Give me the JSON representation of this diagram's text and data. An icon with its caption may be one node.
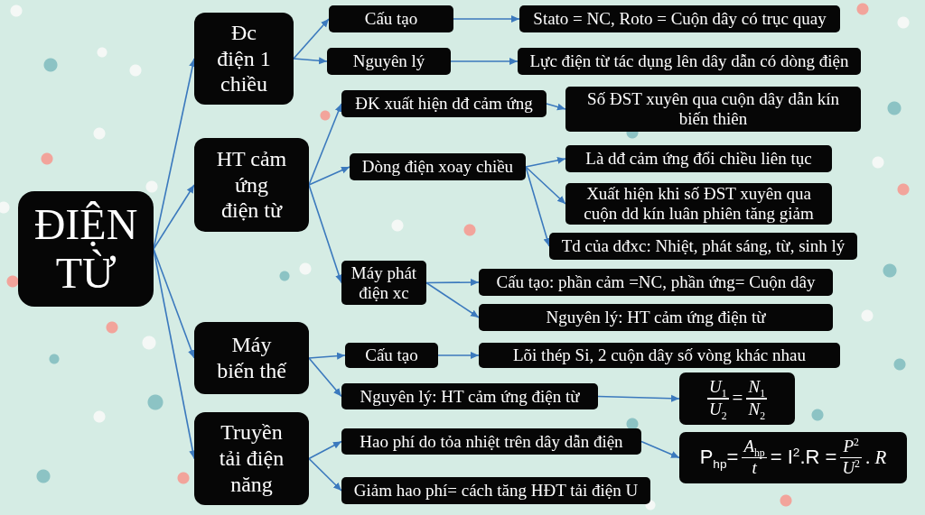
{
  "diagram": {
    "nodes": [
      {
        "text": [
          "ĐIỆN TỪ"
        ]
      },
      {
        "text": [
          "Đc điện 1 chiều"
        ]
      },
      {
        "text": [
          "Cấu tạo"
        ]
      },
      {
        "text": [
          "Stato = NC, Roto = Cuộn dây có trục quay"
        ]
      },
      {
        "text": [
          "Nguyên lý"
        ]
      },
      {
        "text": [
          "Lực điện từ tác dụng lên dây dẫn có dòng điện"
        ]
      },
      {
        "text": [
          "HT cảm ứng điện từ"
        ]
      },
      {
        "text": [
          "ĐK xuất hiện dđ cảm ứng"
        ]
      },
      {
        "text": [
          "Số ĐST xuyên qua cuộn dây dẫn kín biến thiên"
        ]
      },
      {
        "text": [
          "Dòng điện xoay chiều"
        ]
      },
      {
        "text": [
          "Là dđ cảm ứng đổi chiều liên tục"
        ]
      },
      {
        "text": [
          "Xuất hiện khi số ĐST xuyên qua cuộn dd kín luân phiên tăng giảm"
        ]
      },
      {
        "text": [
          "Td của dđxc: Nhiệt, phát sáng, từ, sinh lý"
        ]
      },
      {
        "text": [
          "Máy phát điện xc"
        ]
      },
      {
        "text": [
          "Cấu tạo: phần cảm =NC, phần ứng= Cuộn dây"
        ]
      },
      {
        "text": [
          "Nguyên lý: HT cảm ứng điện từ"
        ]
      },
      {
        "text": [
          "Máy biến thế"
        ]
      },
      {
        "text": [
          "Cấu tạo"
        ]
      },
      {
        "text": [
          "Lõi thép Si, 2 cuộn dây số vòng khác nhau"
        ]
      },
      {
        "text": [
          "Nguyên lý: HT cảm ứng điện từ"
        ]
      },
      {
        "text": [
          "U$_{1}$",
          "U$_{2}$",
          "=",
          "N$_{1}$",
          "N$_{2}$"
        ]
      },
      {
        "text": [
          "Truyền tải điện năng"
        ]
      },
      {
        "text": [
          "Hao phí do tỏa nhiệt trên dây dẫn điện"
        ]
      },
      {
        "text": [
          "P$_{hp}$=",
          "A$_{hp}$",
          "t",
          "= I$^{2}$.R =",
          "P$^{2}$",
          "U$^{2}$",
          ". *R*"
        ]
      },
      {
        "text": [
          "Giảm hao phí= cách tăng HĐT tải điện U"
        ]
      }
    ],
    "edges": [
      {
        "from": 0,
        "to": 1,
        "arrow": "to"
      },
      {
        "from": 0,
        "to": 6,
        "arrow": "to"
      },
      {
        "from": 0,
        "to": 16,
        "arrow": "to"
      },
      {
        "from": 0,
        "to": 21,
        "arrow": "to"
      },
      {
        "from": 1,
        "to": 2,
        "arrow": "to"
      },
      {
        "from": 1,
        "to": 4,
        "arrow": "to"
      },
      {
        "from": 2,
        "to": 3,
        "arrow": "to"
      },
      {
        "from": 4,
        "to": 5,
        "arrow": "to"
      },
      {
        "from": 6,
        "to": 7,
        "arrow": "to"
      },
      {
        "from": 6,
        "to": 9,
        "arrow": "to"
      },
      {
        "from": 6,
        "to": 13,
        "arrow": "to"
      },
      {
        "from": 7,
        "to": 8,
        "arrow": "to"
      },
      {
        "from": 9,
        "to": 10,
        "arrow": "to"
      },
      {
        "from": 9,
        "to": 11,
        "arrow": "to"
      },
      {
        "from": 9,
        "to": 12,
        "arrow": "to"
      },
      {
        "from": 13,
        "to": 14,
        "arrow": "to"
      },
      {
        "from": 13,
        "to": 15,
        "arrow": "to"
      },
      {
        "from": 16,
        "to": 17,
        "arrow": "to"
      },
      {
        "from": 16,
        "to": 19,
        "arrow": "to"
      },
      {
        "from": 17,
        "to": 18,
        "arrow": "to"
      },
      {
        "from": 19,
        "to": 20,
        "arrow": "to"
      },
      {
        "from": 21,
        "to": 22,
        "arrow": "to"
      },
      {
        "from": 21,
        "to": 24,
        "arrow": "to"
      },
      {
        "from": 22,
        "to": 23,
        "arrow": "to"
      }
    ]
  }
}
